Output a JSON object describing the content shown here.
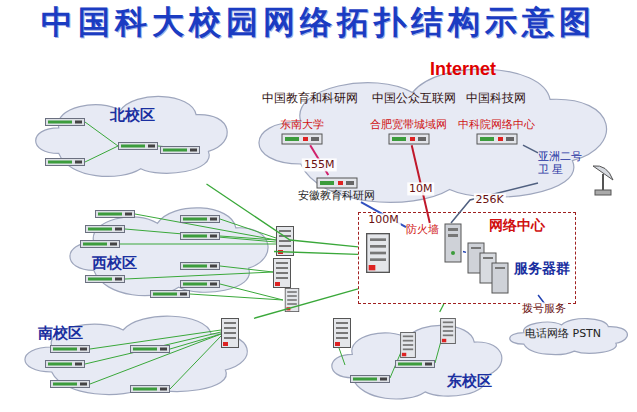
{
  "diagram": {
    "title": "中国科大校园网络拓扑结构示意图",
    "nodes": [
      {
        "text": [
          "Internet"
        ]
      },
      {
        "text": [
          "东南大学"
        ],
        "in": 0
      },
      {
        "text": [
          "合肥宽带城域网"
        ],
        "in": 0
      },
      {
        "text": [
          "中科院网络中心"
        ],
        "in": 0
      },
      {
        "text": [
          "北校区"
        ]
      },
      {
        "text": [
          "亚洲二号 卫 星"
        ]
      },
      {
        "text": [
          "安徽教育科研网"
        ]
      },
      {
        "text": [
          "网络中心"
        ]
      },
      {
        "text": [
          "防火墙"
        ],
        "in": 7
      },
      {
        "text": [
          "服务器群"
        ],
        "in": 7
      },
      {
        "text": [
          "西校区"
        ]
      },
      {
        "text": [
          "南校区"
        ]
      },
      {
        "text": [
          "电话网络 PSTN"
        ]
      },
      {
        "text": [
          "东校区"
        ]
      }
    ],
    "edges": [
      {
        "from": 1,
        "to": 6,
        "label": "155M",
        "arrow": "none"
      },
      {
        "from": 2,
        "to": 8,
        "label": "10M",
        "arrow": "none"
      },
      {
        "from": 6,
        "to": 8,
        "label": "100M",
        "arrow": "none"
      },
      {
        "from": 3,
        "to": 5,
        "arrow": "none"
      },
      {
        "from": 5,
        "to": 8,
        "label": "256K",
        "arrow": "none"
      },
      {
        "from": 4,
        "to": 7,
        "arrow": "none"
      },
      {
        "from": 10,
        "to": 7,
        "arrow": "none"
      },
      {
        "from": 11,
        "to": 7,
        "arrow": "none"
      },
      {
        "from": 13,
        "to": 7,
        "arrow": "none"
      },
      {
        "from": 8,
        "to": 9,
        "arrow": "none"
      },
      {
        "from": 9,
        "to": 12,
        "label": "拨号服务",
        "arrow": "none"
      }
    ],
    "labels": [
      "中国教育和科研网",
      "中国公众互联网",
      "中国科技网"
    ]
  }
}
